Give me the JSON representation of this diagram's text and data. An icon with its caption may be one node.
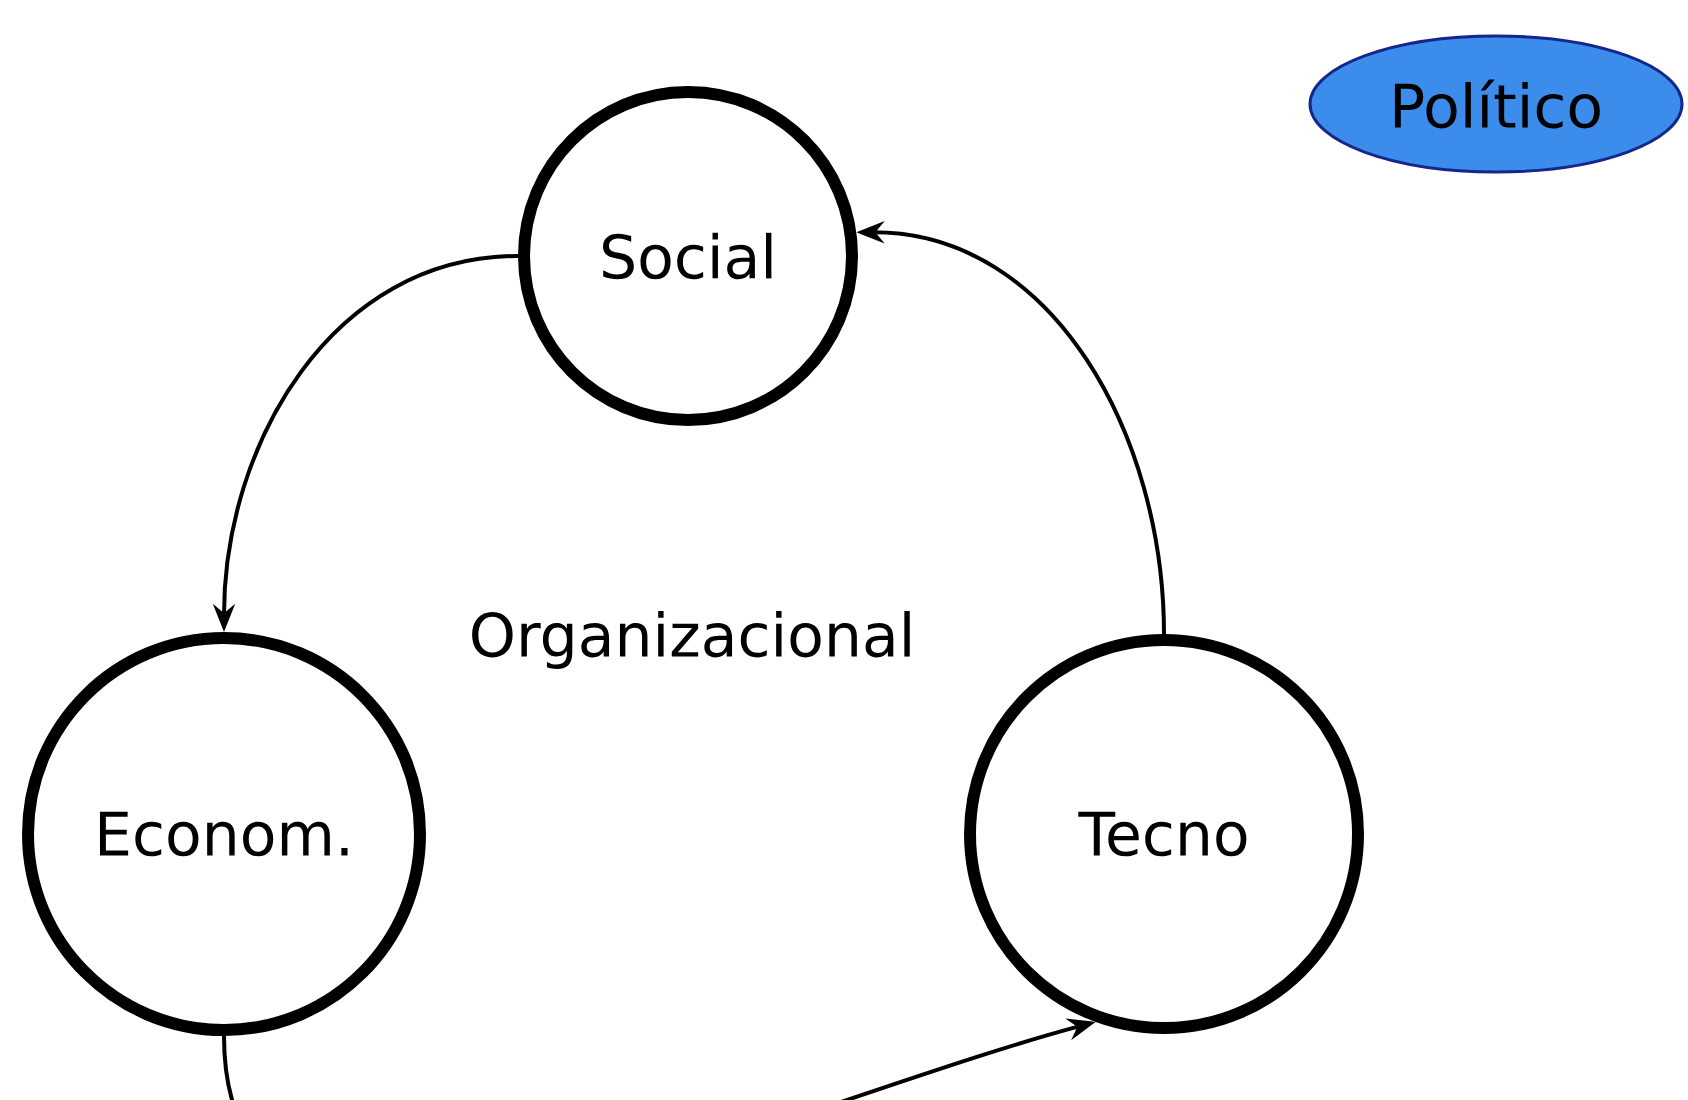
{
  "diagram": {
    "nodes": [
      {
        "text": [
          "Social"
        ]
      },
      {
        "text": [
          "Econom."
        ]
      },
      {
        "text": [
          "Tecno"
        ]
      },
      {
        "text": [
          "Político"
        ]
      }
    ],
    "edges": [
      {
        "from": 0,
        "to": 1,
        "arrow": "to"
      },
      {
        "from": 1,
        "to": 2,
        "arrow": "to"
      },
      {
        "from": 2,
        "to": 0,
        "arrow": "to"
      }
    ],
    "labels": [
      "Organizacional"
    ]
  }
}
